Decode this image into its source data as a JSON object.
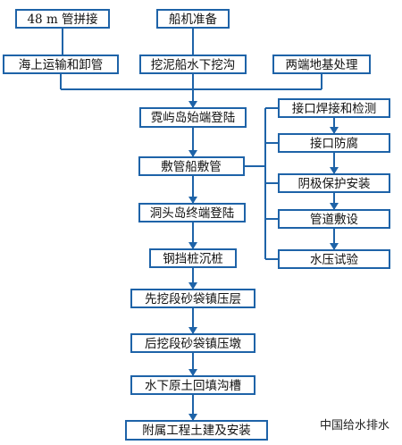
{
  "colors": {
    "line": "#1e63a8",
    "box_fill": "#ffffff",
    "text": "#111111"
  },
  "nodes": {
    "pipe_joining": "48 m 管拼接",
    "ship_prep": "船机准备",
    "sea_transport": "海上运输和卸管",
    "dredge_trench": "挖泥船水下挖沟",
    "foundation": "两端地基处理",
    "start_landing": "霓屿岛始端登陆",
    "pipelay": "敷管船敷管",
    "end_landing": "洞头岛终端登陆",
    "steel_pile": "钢挡桩沉桩",
    "sandbag_layer": "先挖段砂袋镇压层",
    "sandbag_pier": "后挖段砂袋镇压墩",
    "backfill": "水下原土回填沟槽",
    "auxiliary": "附属工程土建及安装",
    "weld_inspect": "接口焊接和检测",
    "anticorrosion": "接口防腐",
    "cathodic": "阴极保护安装",
    "pipe_laying": "管道敷设",
    "pressure_test": "水压试验"
  },
  "watermark": "中国给水排水"
}
